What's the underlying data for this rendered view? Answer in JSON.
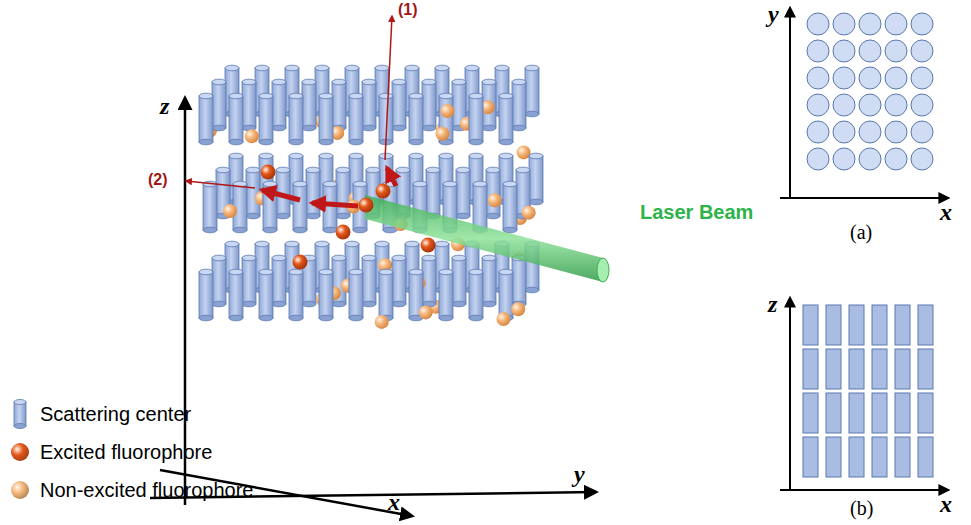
{
  "diagram": {
    "labels": [
      "(1)",
      "(2)",
      "z",
      "y",
      "x",
      "Laser Beam",
      "y",
      "x",
      "(a)",
      "z",
      "x",
      "(b)"
    ],
    "legend": [
      {
        "text": "Scattering center"
      },
      {
        "text": "Excited fluorophore",
        "color": "#e4571a"
      },
      {
        "text": "Non-excited fluorophore",
        "color": "#f6b77c"
      }
    ]
  }
}
